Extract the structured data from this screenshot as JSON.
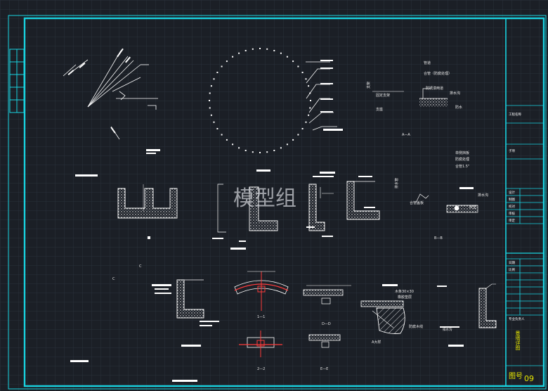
{
  "drawing": {
    "watermark": "模型组",
    "sheet_label": "图号",
    "sheet_number": "09",
    "colors": {
      "background": "#1b1f26",
      "frame": "#19d3e0",
      "grid": "#2a313b",
      "lines": "#ffffff",
      "section": "#ff3b3b",
      "title_text": "#e8e800"
    },
    "section_labels": {
      "a_a": "A—A",
      "b_b": "B—B",
      "c_left": "C",
      "c_mid": "C",
      "dd1": "1—1",
      "dd2": "2—2",
      "d_d": "D—D",
      "e_e": "E—E",
      "a_detail": "A大样"
    },
    "annotations": {
      "a1": "管道",
      "a2": "合管（防腐处理）",
      "a3": "防锈漆两道",
      "a4": "排水沟",
      "a5": "防水",
      "a6": "支座",
      "a7": "单侧挡板",
      "a8": "防腐处理",
      "a9": "合管1.5\"",
      "a10": "排水沟",
      "a11": "合管盖板",
      "a12": "砖垫",
      "a13": "木条30×30",
      "a14": "橡胶垫层",
      "a15": "防腐木线",
      "a16": "排水沟"
    },
    "title_block": {
      "rows": [
        "工程名称",
        "子项",
        "设计",
        "制图",
        "校对",
        "审核",
        "审定",
        "日期",
        "比例",
        "专业负责人",
        "图号"
      ],
      "drawing_title": "景墙详图"
    }
  }
}
